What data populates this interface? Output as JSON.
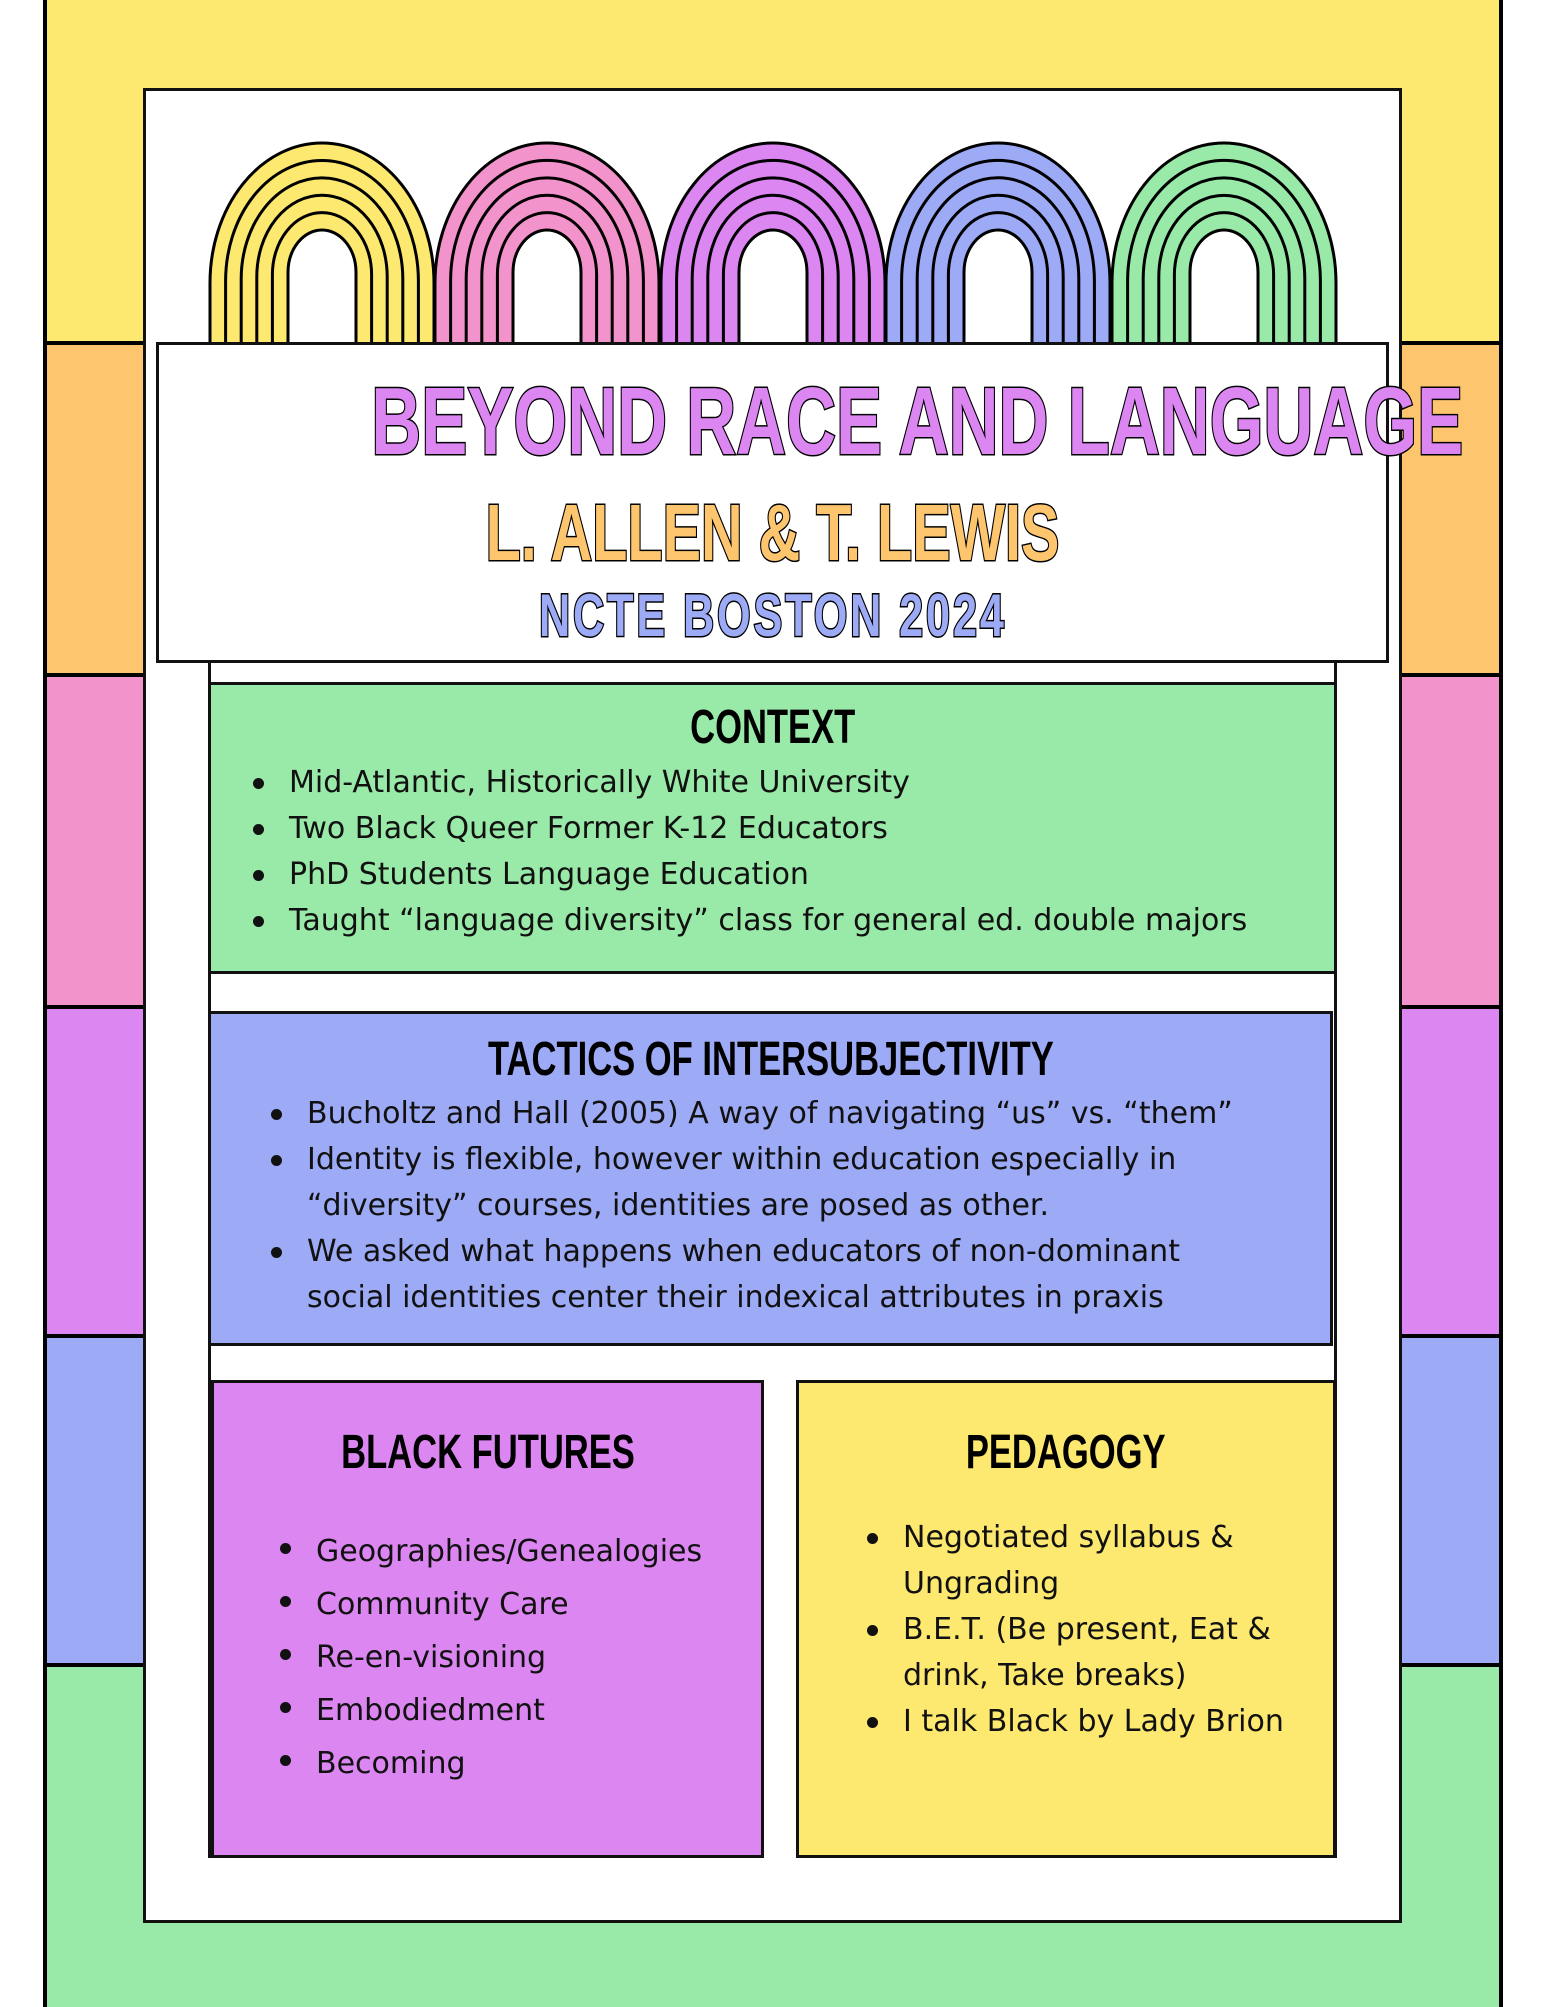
{
  "colors": {
    "yellow": "#fde870",
    "orange": "#fdc66e",
    "pink": "#f393cb",
    "purple": "#dc86f2",
    "blue": "#9daaf5",
    "green": "#99e9a8"
  },
  "header": {
    "title": "BEYOND RACE AND LANGUAGE",
    "authors": "L. ALLEN & T. LEWIS",
    "event": "NCTE BOSTON 2024"
  },
  "context": {
    "heading": "CONTEXT",
    "items": [
      "Mid-Atlantic, Historically White University",
      "Two Black Queer Former K-12 Educators",
      "PhD Students Language Education",
      "Taught “language diversity” class for general ed. double majors"
    ]
  },
  "tactics": {
    "heading": "TACTICS OF INTERSUBJECTIVITY",
    "items": [
      "Bucholtz and Hall (2005) A way of navigating “us” vs. “them”",
      "Identity is flexible, however within education especially in “diversity” courses, identities are posed as other.",
      "We asked what happens when educators of non-dominant social identities center their indexical attributes in praxis"
    ]
  },
  "black_futures": {
    "heading": "BLACK FUTURES",
    "items": [
      "Geographies/Genealogies",
      "Community Care",
      "Re-en-visioning",
      "Embodiedment",
      "Becoming"
    ]
  },
  "pedagogy": {
    "heading": "PEDAGOGY",
    "items": [
      "Negotiated syllabus & Ungrading",
      "B.E.T. (Be present, Eat & drink, Take breaks)",
      "I talk Black by Lady Brion"
    ]
  }
}
